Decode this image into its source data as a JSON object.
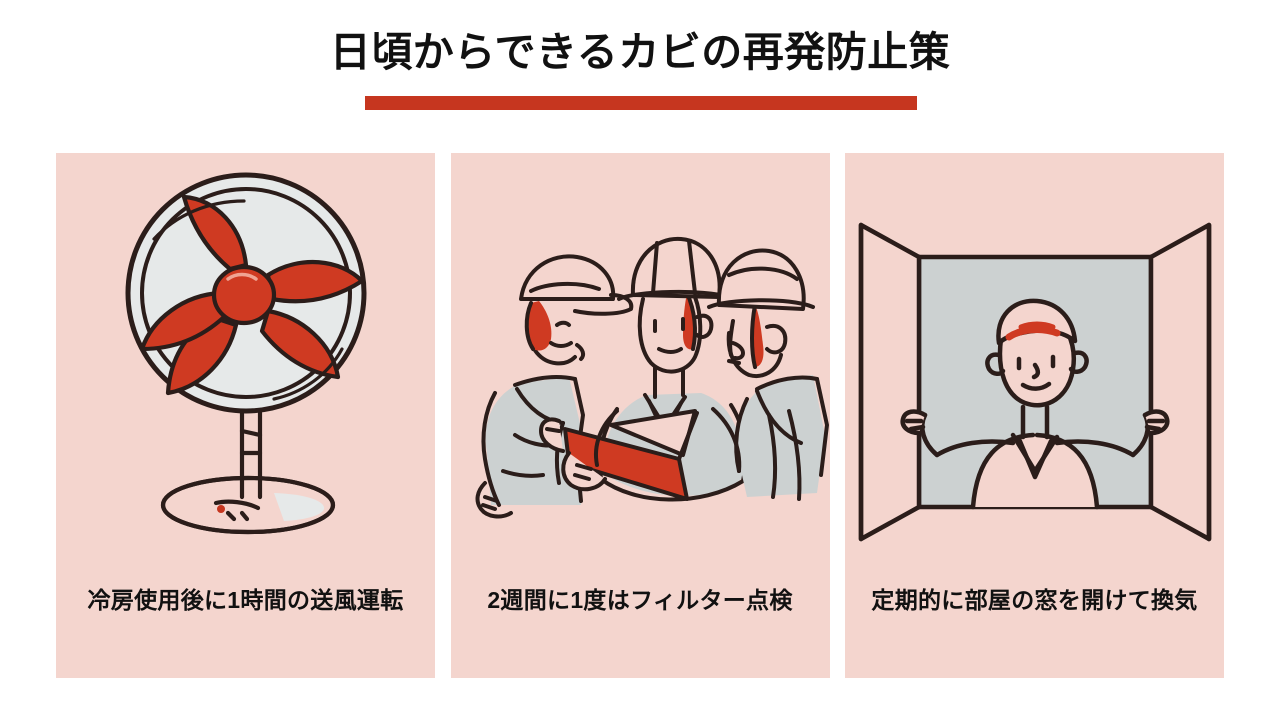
{
  "header": {
    "title": "日頃からできるカビの再発防止策",
    "accent_color": "#c6361f"
  },
  "theme": {
    "page_background": "#ffffff",
    "card_background": "#f4d5ce",
    "ink": "#2b1d1a",
    "accent_red": "#c6361f",
    "illustration_gray": "#ccd1d1",
    "text_color": "#111111"
  },
  "cards": [
    {
      "illustration": "electric-fan-illustration",
      "caption": "冷房使用後に1時間の送風運転"
    },
    {
      "illustration": "workers-inspecting-filter-illustration",
      "caption": "2週間に1度はフィルター点検"
    },
    {
      "illustration": "person-opening-window-illustration",
      "caption": "定期的に部屋の窓を開けて換気"
    }
  ]
}
